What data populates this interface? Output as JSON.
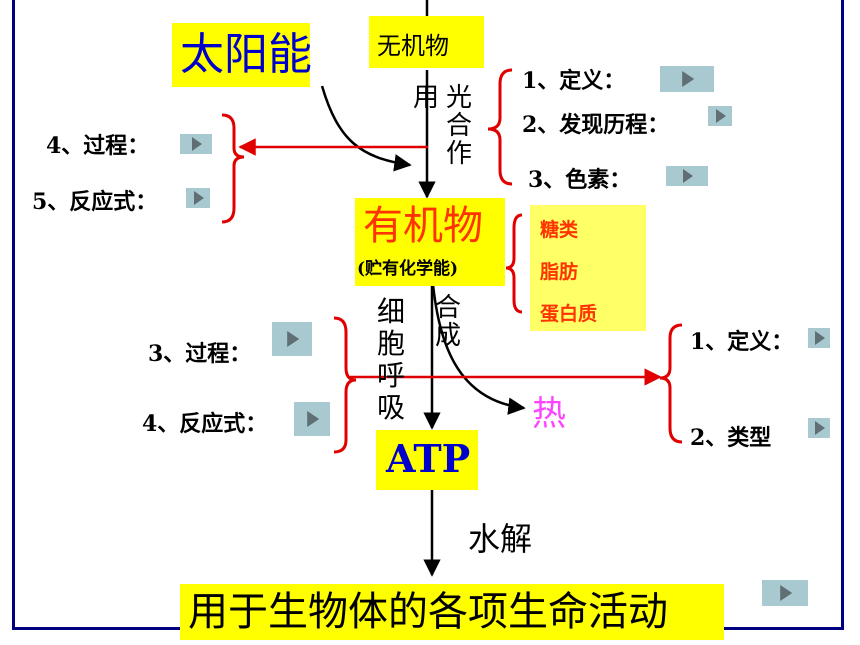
{
  "solar": "太阳能",
  "inorganic": "无机物",
  "photosynthesis_left": "用",
  "photosynthesis_right": "光合作",
  "ps_items": [
    {
      "label": "1、定义："
    },
    {
      "label": "2、发现历程："
    },
    {
      "label": "3、色素："
    },
    {
      "label": "4、过程："
    },
    {
      "label": "5、反应式："
    }
  ],
  "organic": "有机物",
  "organic_note": "(贮有化学能)",
  "organic_types": [
    "糖类",
    "脂肪",
    "蛋白质"
  ],
  "respiration_left": "细胞呼吸",
  "respiration_right": "合成",
  "resp_items": [
    {
      "label": "3、过程："
    },
    {
      "label": "4、反应式："
    }
  ],
  "heat": "热",
  "heat_items": [
    {
      "label": "1、定义："
    },
    {
      "label": "2、类型"
    }
  ],
  "atp": "ATP",
  "hydrolysis": "水解",
  "bottom": "用于生物体的各项生命活动",
  "colors": {
    "frame": "#000080",
    "blue_text": "#0000cc",
    "red_text": "#ff3300",
    "brace": "#e00000",
    "heat": "#ff44ff",
    "highlight": "#ffff00",
    "play_button": "#a9c9d1"
  },
  "icons": [
    "play-button-icon"
  ]
}
